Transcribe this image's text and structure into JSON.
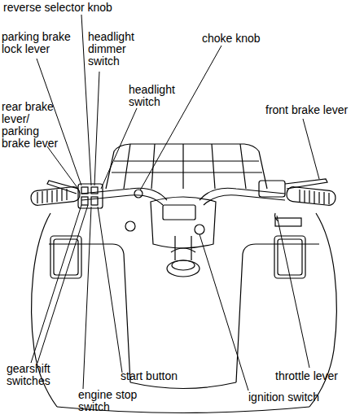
{
  "diagram": {
    "labels": [
      "reverse selector knob",
      "parking brake lock lever",
      "headlight dimmer switch",
      "choke knob",
      "headlight switch",
      "rear brake lever/ parking brake lever",
      "front brake lever",
      "gearshift switches",
      "start button",
      "throttle lever",
      "engine stop switch",
      "ignition switch"
    ]
  }
}
